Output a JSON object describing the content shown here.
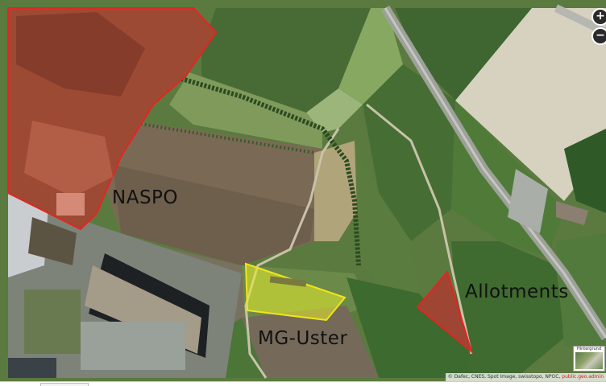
{
  "labels": {
    "naspo": "NASPO",
    "allotments": "Allotments",
    "mg_uster": "MG-Uster"
  },
  "controls": {
    "zoom_in": "+",
    "zoom_out": "−",
    "background_switcher_title": "Hintergrund"
  },
  "attribution": {
    "text": "© Dafec, CNES, Spot Image, swisstopo, NPOC,",
    "link": "public.geo.admin"
  },
  "colors": {
    "naspo_outline": "#e52421",
    "allotments_outline": "#e52421",
    "mg_uster_fill": "#e8ee2a",
    "mg_uster_outline": "#f2e41a",
    "zoom_button": "#2a2a2a"
  }
}
